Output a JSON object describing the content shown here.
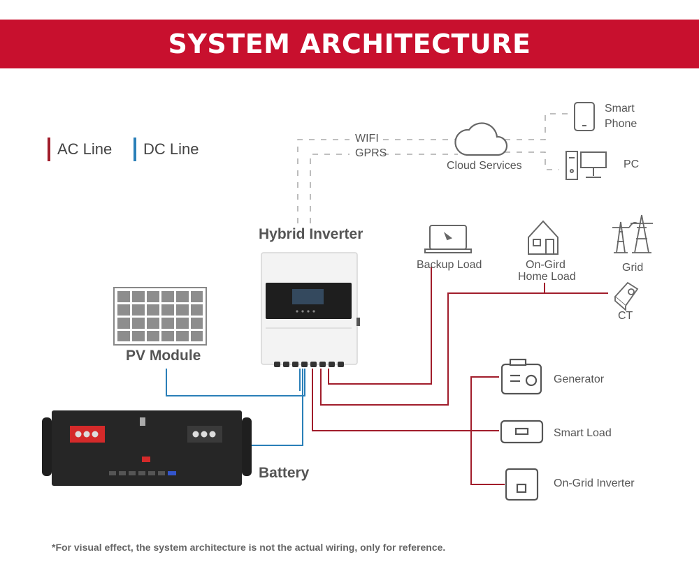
{
  "header": {
    "title": "SYSTEM ARCHITECTURE"
  },
  "legend": {
    "ac": {
      "label": "AC Line",
      "color": "#a11d2b"
    },
    "dc": {
      "label": "DC Line",
      "color": "#2a7fb8"
    }
  },
  "comm": {
    "wifi": "WIFI",
    "gprs": "GPRS"
  },
  "nodes": {
    "cloud": "Cloud Services",
    "smartphone_line1": "Smart",
    "smartphone_line2": "Phone",
    "pc": "PC",
    "inverter": "Hybrid Inverter",
    "backup": "Backup Load",
    "home_line1": "On-Gird",
    "home_line2": "Home Load",
    "grid": "Grid",
    "ct": "CT",
    "pv": "PV Module",
    "battery": "Battery",
    "generator": "Generator",
    "smart_load": "Smart Load",
    "ongrid_inverter": "On-Grid Inverter"
  },
  "footnote": "*For visual effect, the system architecture is not the actual wiring, only for reference."
}
